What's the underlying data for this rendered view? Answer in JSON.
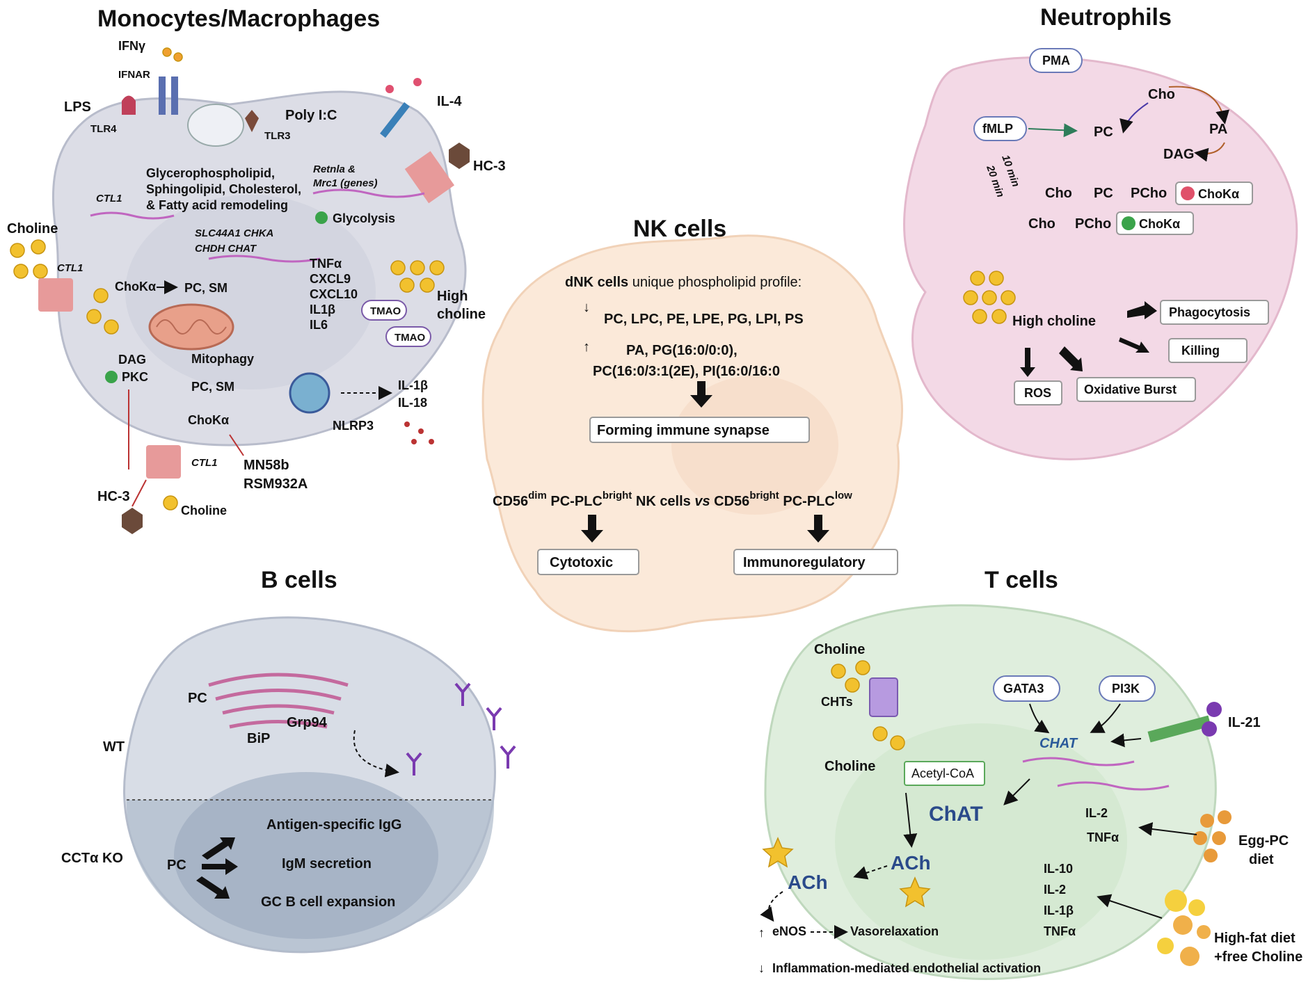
{
  "panels": {
    "mono": {
      "title": "Monocytes/Macrophages",
      "labels": {
        "ifng": "IFNγ",
        "ifnar": "IFNAR",
        "lps": "LPS",
        "tlr4": "TLR4",
        "polyic": "Poly I:C",
        "tlr3": "TLR3",
        "il4": "IL-4",
        "hc3_top": "HC-3",
        "remodel1": "Glycerophospholipid,",
        "remodel2": "Sphingolipid, Cholesterol,",
        "remodel3": "& Fatty acid remodeling",
        "ctl1_a": "CTL1",
        "retnla": "Retnla &",
        "mrc1": "Mrc1 (genes)",
        "glycolysis": "Glycolysis",
        "choline": "Choline",
        "genes1": "SLC44A1  CHKA",
        "genes2": "CHDH   CHAT",
        "ctl1_b": "CTL1",
        "chok1": "ChoKα",
        "pcsm_up": "PC, SM",
        "tnfa": "TNFα",
        "cxcl9": "CXCL9",
        "cxcl10": "CXCL10",
        "il1b": "IL1β",
        "il6": "IL6",
        "tmao1": "TMAO",
        "tmao2": "TMAO",
        "high": "High",
        "choline2": "choline",
        "dag": "DAG",
        "pkc": "PKC",
        "mitophagy": "Mitophagy",
        "pcsm_down": "PC, SM",
        "chok2": "ChoKα",
        "nlrp3": "NLRP3",
        "il1b2": "IL-1β",
        "il18": "IL-18",
        "mn58b": "MN58b",
        "rsm": "RSM932A",
        "hc3_bot": "HC-3",
        "ctl1_c": "CTL1",
        "choline3": "Choline"
      }
    },
    "neutro": {
      "title": "Neutrophils",
      "labels": {
        "pma": "PMA",
        "cho": "Cho",
        "fmlp": "fMLP",
        "pc": "PC",
        "pa": "PA",
        "dag": "DAG",
        "time1": "10 min",
        "time2": "20 min",
        "cho2": "Cho",
        "pc2": "PC",
        "pcho": "PCho",
        "choka1": "ChoKα",
        "cho3": "Cho",
        "pcho2": "PCho",
        "choka2": "ChoKα",
        "high": "High choline",
        "phago": "Phagocytosis",
        "killing": "Killing",
        "ros": "ROS",
        "burst": "Oxidative Burst"
      }
    },
    "nk": {
      "title": "NK cells",
      "profile_bold": "dNK cells",
      "profile_rest": " unique phospholipid profile:",
      "down_list": "PC, LPC, PE, LPE, PG, LPI, PS",
      "up_list1": "PA, PG(16:0/0:0),",
      "up_list2": "PC(16:0/3:1(2E), PI(16:0/16:0",
      "synapse": "Forming immune synapse",
      "comp_a": "CD56",
      "comp_a_sup": "dim",
      "comp_b": " PC-PLC",
      "comp_b_sup": "bright",
      "comp_c": " NK cells ",
      "comp_vs": "vs",
      "comp_d": " CD56",
      "comp_d_sup": "bright",
      "comp_e": " PC-PLC",
      "comp_e_sup": "low",
      "cytotoxic": "Cytotoxic",
      "immunoreg": "Immunoregulatory"
    },
    "bcell": {
      "title": "B cells",
      "wt": "WT",
      "pc_up": "PC",
      "bip": "BiP",
      "grp94": "Grp94",
      "ko": "CCTα KO",
      "pc_down": "PC",
      "igg": "Antigen-specific IgG",
      "igm": "IgM secretion",
      "gc": "GC B cell expansion"
    },
    "tcell": {
      "title": "T cells",
      "choline": "Choline",
      "chts": "CHTs",
      "gata3": "GATA3",
      "pi3k": "PI3K",
      "chat_gene": "CHAT",
      "il21": "IL-21",
      "choline2": "Choline",
      "acetylcoa": "Acetyl-CoA",
      "chat": "ChAT",
      "il2": "IL-2",
      "tnfa": "TNFα",
      "egg1": "Egg-PC",
      "egg2": "diet",
      "ach1": "ACh",
      "ach2": "ACh",
      "il10": "IL-10",
      "il2b": "IL-2",
      "il1b": "IL-1β",
      "tnfa2": "TNFα",
      "enos": "eNOS",
      "vaso": "Vasorelaxation",
      "inflam": "Inflammation-mediated endothelial  activation",
      "hfd1": "High-fat diet",
      "hfd2": "+free Choline"
    }
  },
  "colors": {
    "macrophage": "#dcdde6",
    "neutrophil": "#f3d9e6",
    "nk": "#fbe9d9",
    "bcell": "#d8dde6",
    "tcell": "#dfeedd"
  }
}
